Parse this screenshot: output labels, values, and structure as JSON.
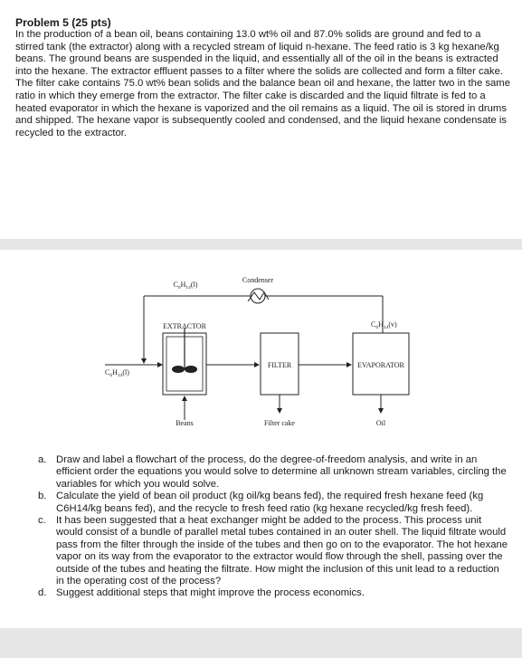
{
  "problem": {
    "title": "Problem 5 (25 pts)",
    "body": "In the production of a bean oil, beans containing 13.0 wt% oil and 87.0% solids are ground and fed to a stirred tank (the extractor) along with a recycled stream of liquid n-hexane. The feed ratio is 3 kg hexane/kg beans. The ground beans are suspended in the liquid, and essentially all of the oil in the beans is extracted into the hexane. The extractor effluent passes to a filter where the solids are collected and form a filter cake. The filter cake contains 75.0 wt% bean solids and the balance bean oil and hexane, the latter two in the same ratio in which they emerge from the extractor. The filter cake is discarded and the liquid filtrate is fed to a heated evaporator in which the hexane is vaporized and the oil remains as a liquid. The oil is stored in drums and shipped. The hexane vapor is subsequently cooled and condensed, and the liquid hexane condensate is recycled to the extractor."
  },
  "flowchart": {
    "condenser_label": "Condenser",
    "recycle_label_base": "C",
    "recycle_label_sub1": "6",
    "recycle_label_mid": "H",
    "recycle_label_sub2": "14",
    "recycle_label_tail": "(l)",
    "feed_label_base": "C",
    "feed_label_sub1": "6",
    "feed_label_mid": "H",
    "feed_label_sub2": "14",
    "feed_label_tail": "(l)",
    "vapor_label_base": "C",
    "vapor_label_sub1": "6",
    "vapor_label_mid": "H",
    "vapor_label_sub2": "14",
    "vapor_label_tail": "(v)",
    "extractor_label": "EXTRACTOR",
    "filter_label": "FILTER",
    "evaporator_label": "EVAPORATOR",
    "beans_label": "Beans",
    "filter_cake_label": "Filter cake",
    "oil_label": "Oil"
  },
  "questions": [
    {
      "mark": "a.",
      "text": "Draw and label a flowchart of the process, do the degree-of-freedom analysis, and write in an efficient order the equations you would solve to determine all unknown stream variables, circling the variables for which you would solve."
    },
    {
      "mark": "b.",
      "text": "Calculate the yield of bean oil product (kg oil/kg beans fed), the required fresh hexane feed (kg C6H14/kg beans fed), and the recycle to fresh feed ratio (kg hexane recycled/kg fresh feed)."
    },
    {
      "mark": "c.",
      "text": "It has been suggested that a heat exchanger might be added to the process. This process unit would consist of a bundle of parallel metal tubes contained in an outer shell. The liquid filtrate would pass from the filter through the inside of the tubes and then go on to the evaporator. The hot hexane vapor on its way from the evaporator to the extractor would flow through the shell, passing over the outside of the tubes and heating the filtrate. How might the inclusion of this unit lead to a reduction in the operating cost of the process?"
    },
    {
      "mark": "d.",
      "text": "Suggest additional steps that might improve the process economics."
    }
  ]
}
